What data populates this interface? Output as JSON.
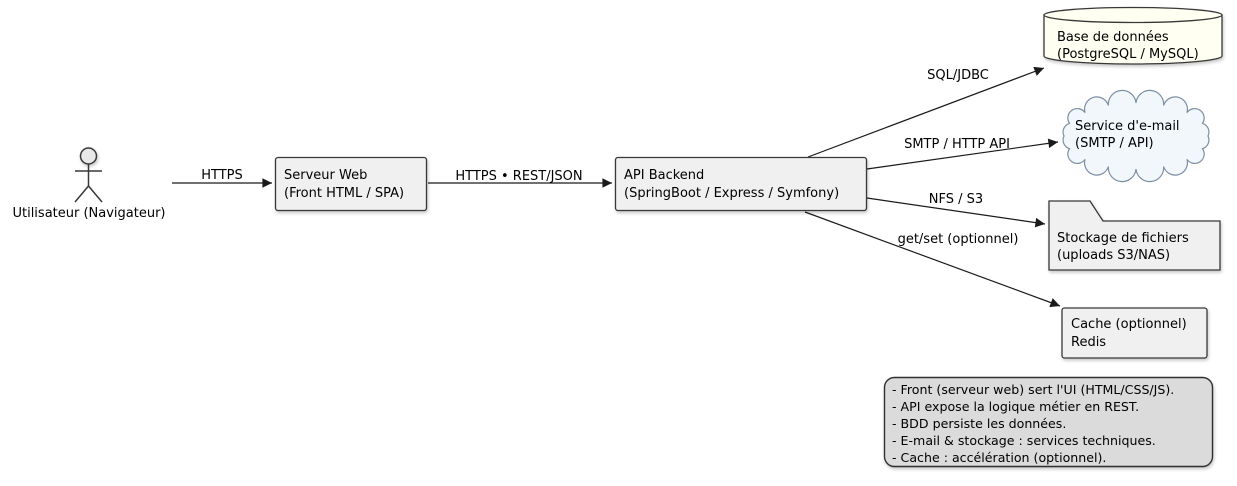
{
  "diagram": {
    "actor": {
      "label": "Utilisateur (Navigateur)"
    },
    "nodes": {
      "web": {
        "line1": "Serveur Web",
        "line2": "(Front HTML / SPA)"
      },
      "api": {
        "line1": "API Backend",
        "line2": "(SpringBoot / Express / Symfony)"
      },
      "db": {
        "line1": "Base de données",
        "line2": "(PostgreSQL / MySQL)"
      },
      "mail": {
        "line1": "Service d'e-mail",
        "line2": "(SMTP / API)"
      },
      "storage": {
        "line1": "Stockage de fichiers",
        "line2": "(uploads S3/NAS)"
      },
      "cache": {
        "line1": "Cache (optionnel)",
        "line2": "Redis"
      }
    },
    "edges": {
      "user_web": "HTTPS",
      "web_api": "HTTPS • REST/JSON",
      "api_db": "SQL/JDBC",
      "api_mail": "SMTP / HTTP API",
      "api_storage": "NFS / S3",
      "api_cache": "get/set (optionnel)"
    },
    "note": {
      "lines": [
        "- Front (serveur web) sert l'UI (HTML/CSS/JS).",
        "- API expose la logique métier en REST.",
        "- BDD persiste les données.",
        "- E-mail & stockage : services techniques.",
        "- Cache : accélération (optionnel)."
      ]
    },
    "colors": {
      "node_fill": "#F0F0F0",
      "node_border": "#383838",
      "db_fill": "#FFFFF2",
      "cloud_fill": "#F2F7FC",
      "cloud_border": "#7E8FA3",
      "note_fill": "#DBDBDB",
      "edge_line": "#1a1a1a",
      "background": "#FFFFFF"
    }
  }
}
